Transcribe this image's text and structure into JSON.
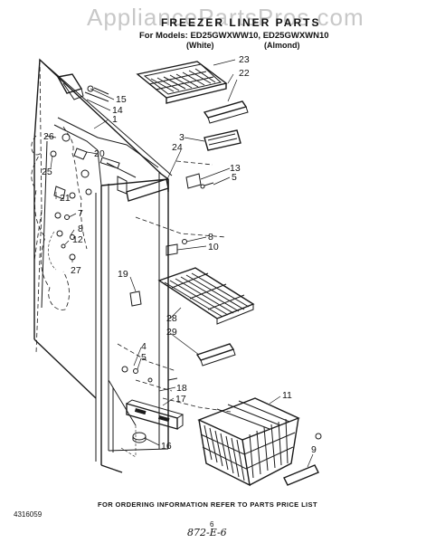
{
  "watermark": "AppliancePartsPros.com",
  "header": {
    "title": "FREEZER LINER PARTS",
    "models_line": "For Models: ED25GWXWW10, ED25GWXWN10",
    "color_white": "(White)",
    "color_almond": "(Almond)"
  },
  "callouts": [
    "23",
    "22",
    "15",
    "14",
    "1",
    "26",
    "20",
    "25",
    "21",
    "7",
    "8",
    "12",
    "27",
    "3",
    "24",
    "13",
    "5",
    "8",
    "10",
    "19",
    "28",
    "29",
    "4",
    "5",
    "18",
    "17",
    "16",
    "11",
    "9"
  ],
  "footer": {
    "ordering_note": "FOR ORDERING INFORMATION REFER TO PARTS PRICE LIST",
    "doc_number": "4316059",
    "page_number": "6",
    "handwritten_note": "872-E-6"
  }
}
